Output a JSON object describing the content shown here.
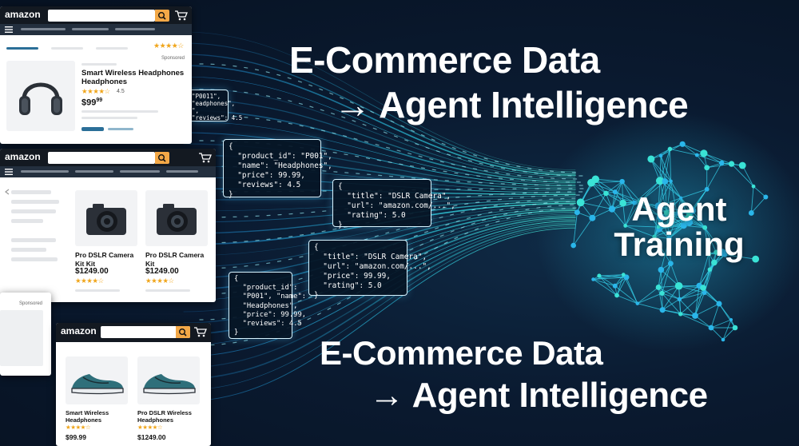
{
  "headline": {
    "top_line1": "E-Commerce Data",
    "top_line2": "→ Agent Intelligence",
    "bottom_line1": "E-Commerce  Data",
    "bottom_line2": "→ Agent Intelligence"
  },
  "brain": {
    "line1": "Agent",
    "line2": "Training"
  },
  "colors": {
    "accent_cyan": "#33d3f0",
    "amazon_dark": "#131921",
    "amazon_orange": "#f3a847",
    "star": "#f0a51a"
  },
  "cards": {
    "card1": {
      "logo": "amazon",
      "sponsored": "Sponsored",
      "product": {
        "name": "Smart Wireless Headphones Headphones",
        "stars": "★★★★☆",
        "rating": "4.5",
        "price_main": "$99",
        "price_cents": "99",
        "icon": "headphones-icon"
      },
      "top_stars": "★★★★☆"
    },
    "card2": {
      "logo": "amazon",
      "products": [
        {
          "name": "Pro DSLR Camera Kit Kit",
          "price": "$1249.00",
          "stars": "★★★★☆",
          "icon": "camera-icon"
        },
        {
          "name": "Pro DSLR Camera Kit",
          "price": "$1249.00",
          "stars": "★★★★☆",
          "icon": "camera-icon"
        }
      ]
    },
    "card3": {
      "sponsored": "Sponsored"
    },
    "card4": {
      "logo": "amazon",
      "products": [
        {
          "name": "Smart Wireless Headphones",
          "price": "$99.99",
          "stars": "★★★★☆",
          "icon": "sneaker-icon"
        },
        {
          "name": "Pro DSLR Wireless Headphones",
          "price": "$1249.00",
          "stars": "★★★★☆",
          "icon": "sneaker-icon"
        }
      ]
    }
  },
  "json_snippets": {
    "partial": "\"P0011\",\n\"eadphones\",\n\",\n\"reviews\": 4.5",
    "box1": "{\n  \"product_id\": \"P001\",\n  \"name\": \"Headphones\",\n  \"price\": 99.99,\n  \"reviews\": 4.5\n}",
    "box2": "{\n  \"title\": \"DSLR Camera\",\n  \"url\": \"amazon.com/...\",\n  \"rating\": 5.0\n}",
    "box3": "{\n  \"title\": \"DSLR Camera\",\n  \"url\": \"amazon.com/...\",\n  \"price\": 99.99,\n  \"rating\": 5.0\n}",
    "box4": "{\n  \"product_id\":\n  \"P001\", \"name\":\n  \"Headphones\",\n  \"price\": 99.99,\n  \"reviews\": 4.5\n}"
  }
}
